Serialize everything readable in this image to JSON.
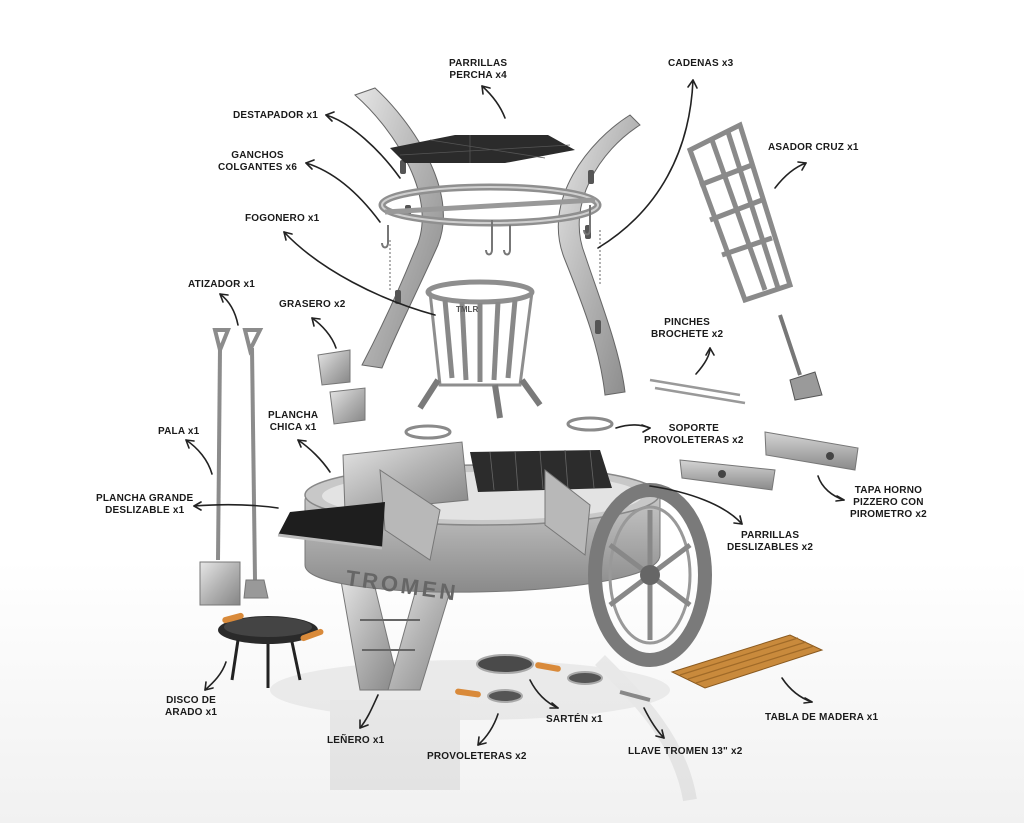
{
  "labels": {
    "parrillas_percha": [
      "PARRILLAS",
      "PERCHA x4"
    ],
    "cadenas": [
      "CADENAS x3"
    ],
    "destapador": [
      "DESTAPADOR x1"
    ],
    "ganchos": [
      "GANCHOS",
      "COLGANTES x6"
    ],
    "asador_cruz": [
      "ASADOR CRUZ x1"
    ],
    "fogonero": [
      "FOGONERO x1"
    ],
    "atizador": [
      "ATIZADOR x1"
    ],
    "grasero": [
      "GRASERO x2"
    ],
    "pinches": [
      "PINCHES",
      "BROCHETE x2"
    ],
    "plancha_chica": [
      "PLANCHA",
      "CHICA x1"
    ],
    "pala": [
      "PALA x1"
    ],
    "soporte": [
      "SOPORTE",
      "PROVOLETERAS x2"
    ],
    "tapa_horno": [
      "TAPA HORNO",
      "PIZZERO CON",
      "PIROMETRO x2"
    ],
    "plancha_grande": [
      "PLANCHA GRANDE",
      "DESLIZABLE x1"
    ],
    "parrillas_deslizables": [
      "PARRILLAS",
      "DESLIZABLES x2"
    ],
    "disco": [
      "DISCO DE",
      "ARADO x1"
    ],
    "tabla": [
      "TABLA DE MADERA x1"
    ],
    "sarten": [
      "SARTÉN x1"
    ],
    "lenero": [
      "LEÑERO x1"
    ],
    "llave": [
      "LLAVE TROMEN 13\" x2"
    ],
    "provoleteras": [
      "PROVOLETERAS x2"
    ]
  },
  "brand_text": "TROMEN",
  "fogonero_logo": "TMLR",
  "colors": {
    "steel_light": "#d9d9d9",
    "steel_mid": "#a8a8a8",
    "steel_dark": "#6e6e6e",
    "grate": "#2b2b2b",
    "wood": "#c98a3c",
    "handle": "#d98a3a",
    "ink": "#1a1a1a"
  }
}
